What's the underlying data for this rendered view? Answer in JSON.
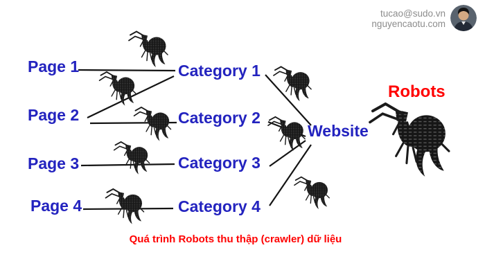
{
  "header": {
    "email": "tucao@sudo.vn",
    "domain": "nguyencaotu.com",
    "avatar_icon": "person-avatar"
  },
  "diagram": {
    "pages": [
      {
        "id": "page-1",
        "label": "Page 1"
      },
      {
        "id": "page-2",
        "label": "Page 2"
      },
      {
        "id": "page-3",
        "label": "Page 3"
      },
      {
        "id": "page-4",
        "label": "Page 4"
      }
    ],
    "categories": [
      {
        "id": "category-1",
        "label": "Category 1"
      },
      {
        "id": "category-2",
        "label": "Category 2"
      },
      {
        "id": "category-3",
        "label": "Category 3"
      },
      {
        "id": "category-4",
        "label": "Category 4"
      }
    ],
    "website": {
      "id": "website",
      "label": "Website"
    },
    "robots_label": "Robots",
    "edges": [
      {
        "from": "page-1",
        "to": "category-1"
      },
      {
        "from": "page-2",
        "to": "category-1"
      },
      {
        "from": "page-2",
        "to": "category-2"
      },
      {
        "from": "page-3",
        "to": "category-3"
      },
      {
        "from": "page-4",
        "to": "category-4"
      },
      {
        "from": "category-1",
        "to": "website"
      },
      {
        "from": "category-2",
        "to": "website"
      },
      {
        "from": "category-3",
        "to": "website"
      },
      {
        "from": "category-4",
        "to": "website"
      }
    ],
    "spider_icon": "spider-robot-icon",
    "spider_count": 9
  },
  "caption": "Quá trình Robots thu thập (crawler) dữ liệu",
  "colors": {
    "node_text_blue": "#2323bf",
    "accent_red": "#ff0000",
    "header_text_gray": "#8c8c8c",
    "connector_line": "#141414",
    "spider_black": "#1b1b1b",
    "background": "#ffffff"
  }
}
